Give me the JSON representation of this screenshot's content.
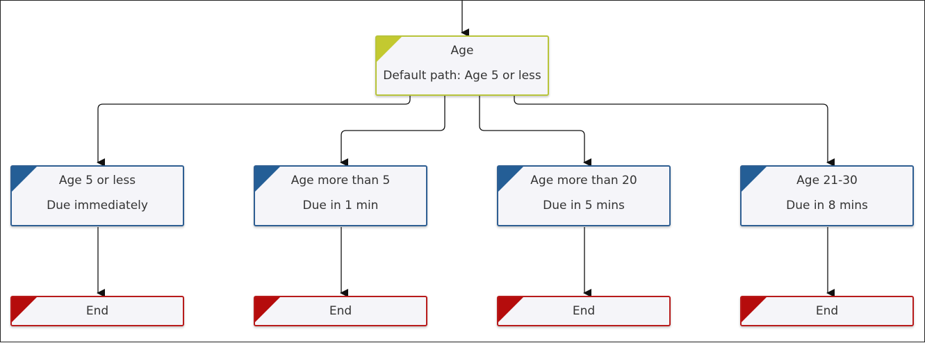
{
  "diagram": {
    "decision": {
      "title": "Age",
      "subtitle": "Default path: Age 5 or less"
    },
    "branches": [
      {
        "title": "Age 5 or less",
        "subtitle": "Due immediately",
        "end_label": "End"
      },
      {
        "title": "Age more than 5",
        "subtitle": "Due in 1 min",
        "end_label": "End"
      },
      {
        "title": "Age more than 20",
        "subtitle": "Due in 5 mins",
        "end_label": "End"
      },
      {
        "title": "Age 21-30",
        "subtitle": "Due in 8 mins",
        "end_label": "End"
      }
    ]
  },
  "colors": {
    "decision_accent": "#c3c930",
    "step_accent": "#245e96",
    "end_accent": "#b50c0c",
    "node_fill": "#f5f5f9",
    "connector": "#111111"
  }
}
